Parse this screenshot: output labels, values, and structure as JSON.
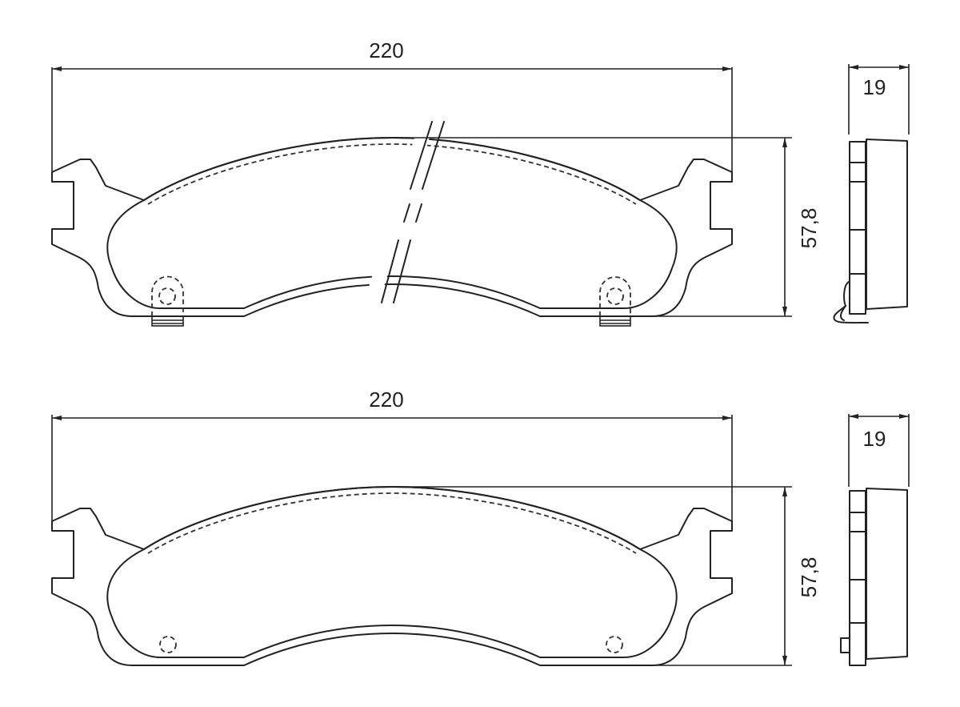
{
  "drawings": [
    {
      "id": "top",
      "width_label": "220",
      "height_label": "57,8",
      "thickness_label": "19",
      "has_break_marks": true,
      "has_wear_clip": true,
      "has_sensor_tabs": true
    },
    {
      "id": "bottom",
      "width_label": "220",
      "height_label": "57,8",
      "thickness_label": "19",
      "has_break_marks": false,
      "has_wear_clip": false,
      "has_sensor_tabs": false
    }
  ],
  "colors": {
    "line": "#222222",
    "background": "#ffffff"
  }
}
